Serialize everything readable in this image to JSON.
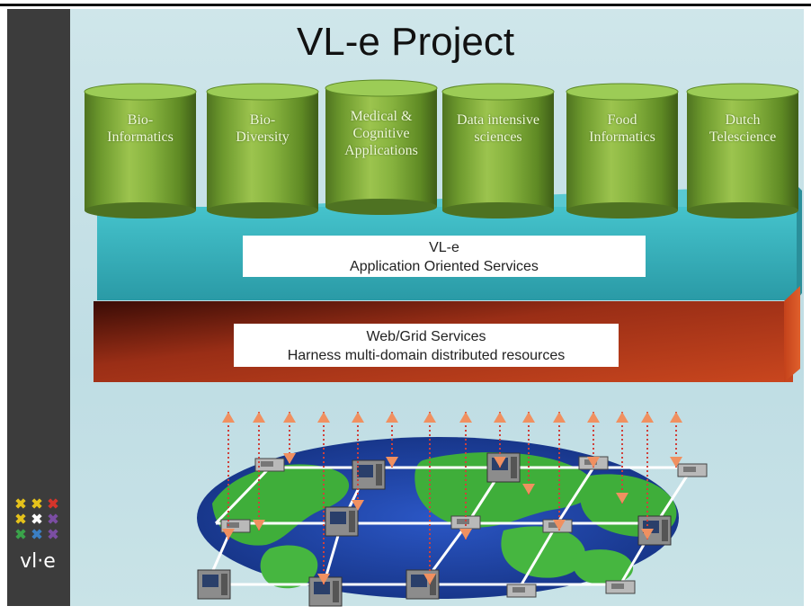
{
  "title": "VL-e Project",
  "sidebar": {
    "logo_text": "vl·e"
  },
  "domains": [
    {
      "line1": "Bio-",
      "line2": "Informatics",
      "line3": ""
    },
    {
      "line1": "Bio-",
      "line2": "Diversity",
      "line3": ""
    },
    {
      "line1": "Medical &",
      "line2": "Cognitive",
      "line3": "Applications"
    },
    {
      "line1": "Data intensive",
      "line2": "sciences",
      "line3": ""
    },
    {
      "line1": "Food",
      "line2": "Informatics",
      "line3": ""
    },
    {
      "line1": "Dutch",
      "line2": "Telescience",
      "line3": ""
    }
  ],
  "layers": {
    "application": {
      "line1": "VL-e",
      "line2": "Application Oriented Services"
    },
    "grid": {
      "line1": "Web/Grid Services",
      "line2": "Harness multi-domain distributed resources"
    }
  },
  "colors": {
    "cylinder": "#7aa23a",
    "teal_layer": "#3bb7c1",
    "red_layer": "#a4331a",
    "arrow": "#f09060",
    "ocean": "#1d3fa8",
    "land": "#3fae3a"
  }
}
